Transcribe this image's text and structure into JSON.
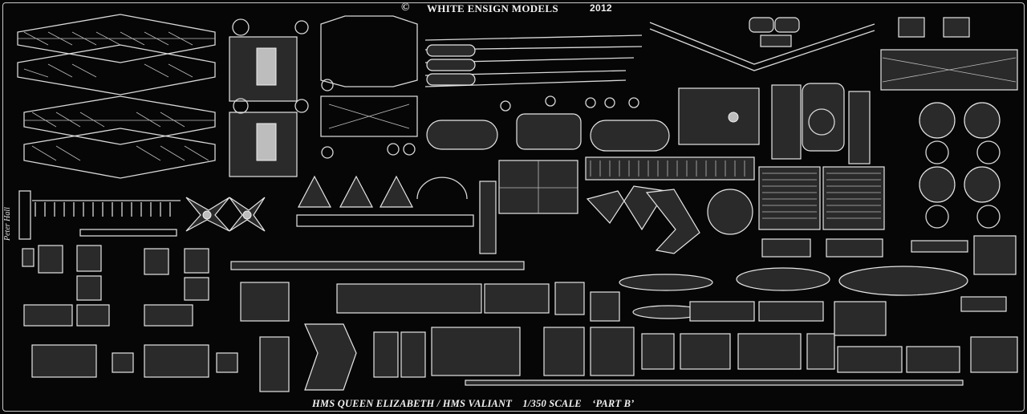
{
  "fret": {
    "copyright_symbol": "©",
    "manufacturer": "WHITE ENSIGN MODELS",
    "year": "2012",
    "footer": "HMS QUEEN ELIZABETH / HMS VALIANT    1/350 SCALE    ‘PART B’",
    "signature": "Peter Hall"
  },
  "colors": {
    "background": "#060606",
    "metal": "#d8d8d8"
  }
}
